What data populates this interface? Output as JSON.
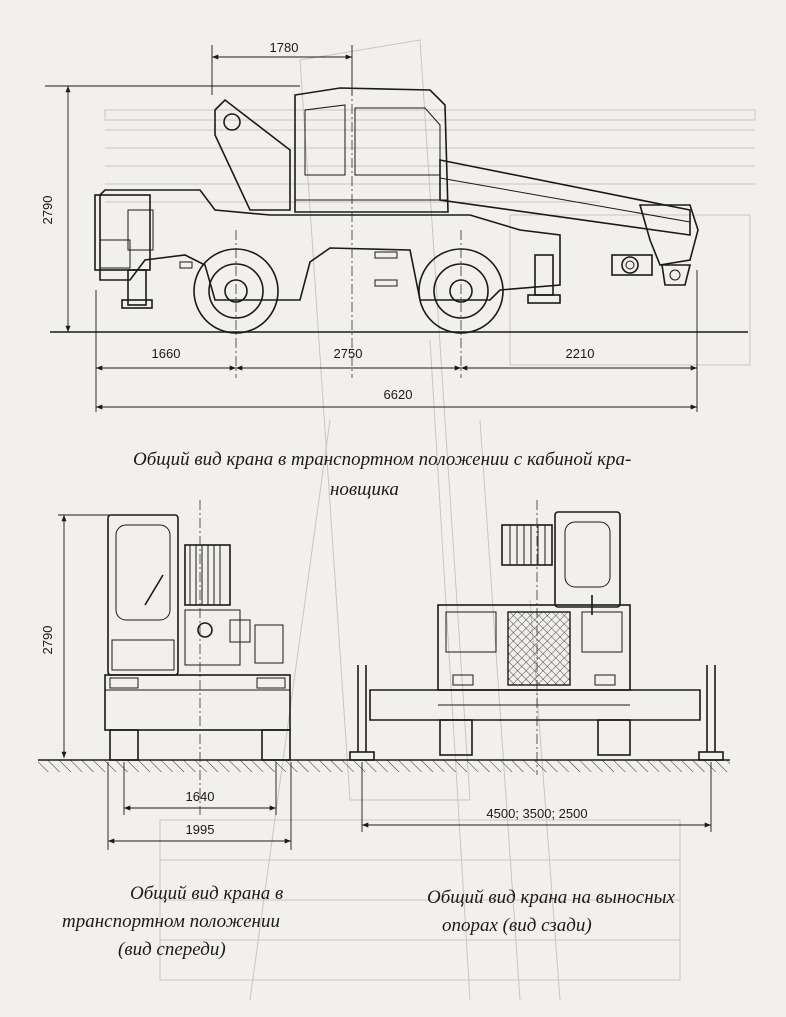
{
  "dimensions": {
    "side_top_width": "1780",
    "side_height": "2790",
    "front_overhang": "1660",
    "wheelbase": "2750",
    "rear_overhang": "2210",
    "total_length": "6620",
    "front_height": "2790",
    "front_track": "1640",
    "front_width": "1995",
    "outrigger_span": "4500; 3500; 2500"
  },
  "captions": {
    "side_line1": "Общий вид крана в транспортном положении с кабиной кра-",
    "side_line2": "новщика",
    "front_line1": "Общий вид крана в",
    "front_line2": "транспортном положении",
    "front_line3": "(вид спереди)",
    "rear_line1": "Общий вид крана на выносных",
    "rear_line2": "опорах (вид сзади)"
  }
}
